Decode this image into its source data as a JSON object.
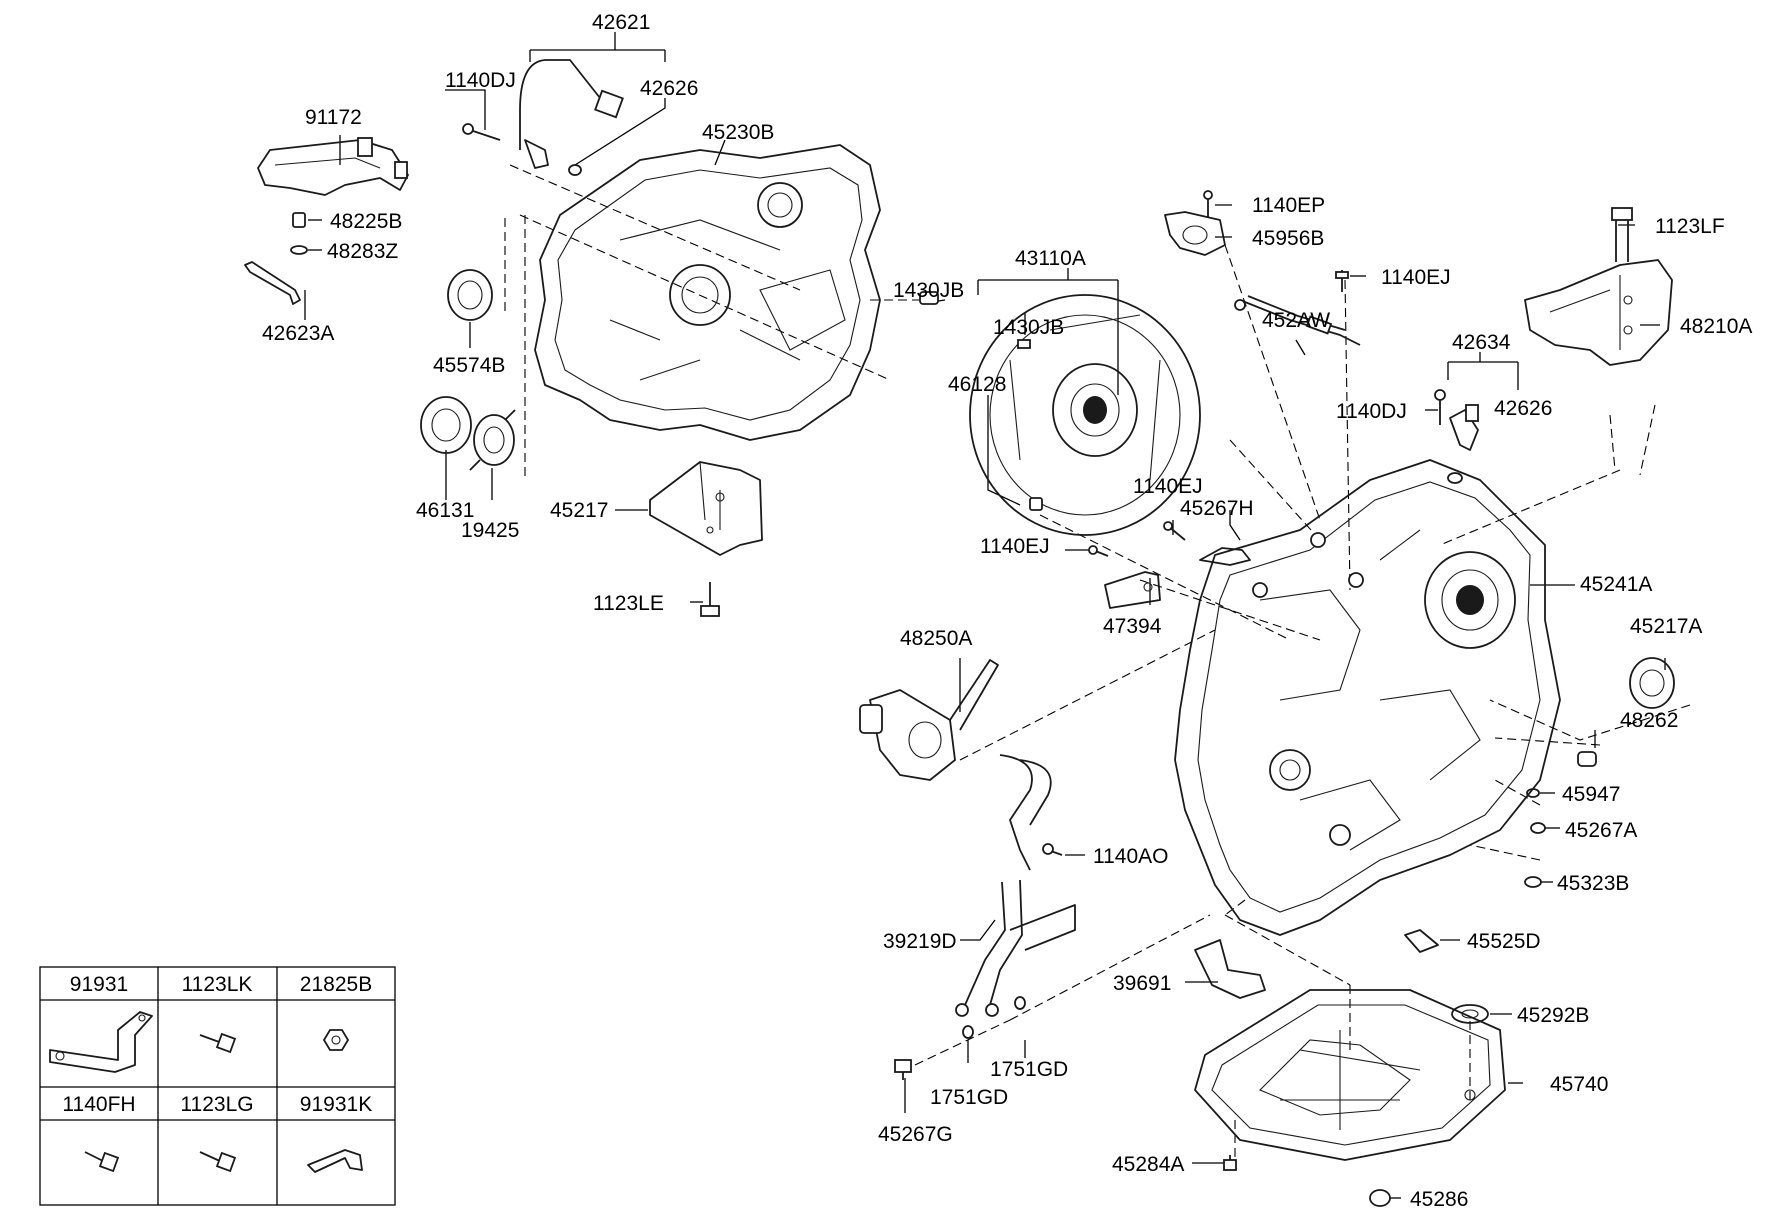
{
  "labels": {
    "p42621": "42621",
    "p42626a": "42626",
    "p1140DJa": "1140DJ",
    "p45230B": "45230B",
    "p91172": "91172",
    "p48225B": "48225B",
    "p48283Z": "48283Z",
    "p42623A": "42623A",
    "p1430JBa": "1430JB",
    "p45574B": "45574B",
    "p46131": "46131",
    "p19425": "19425",
    "p45217": "45217",
    "p1123LE": "1123LE",
    "p43110A": "43110A",
    "p1430JBb": "1430JB",
    "p46128": "46128",
    "p1140EP": "1140EP",
    "p45956B": "45956B",
    "p1140EJa": "1140EJ",
    "p452AW": "452AW",
    "p1123LF": "1123LF",
    "p48210A": "48210A",
    "p42634": "42634",
    "p1140DJb": "1140DJ",
    "p42626b": "42626",
    "p1140EJb": "1140EJ",
    "p45267H": "45267H",
    "p1140EJc": "1140EJ",
    "p47394": "47394",
    "p45241A": "45241A",
    "p45217A": "45217A",
    "p48250A": "48250A",
    "p48262": "48262",
    "p45947": "45947",
    "p45267A": "45267A",
    "p1140AO": "1140AO",
    "p45323B": "45323B",
    "p39219D": "39219D",
    "p45525D": "45525D",
    "p39691": "39691",
    "p45292B": "45292B",
    "p1751GDa": "1751GD",
    "p1751GDb": "1751GD",
    "p45740": "45740",
    "p45267G": "45267G",
    "p45284A": "45284A",
    "p45286": "45286"
  },
  "table": {
    "row1": [
      "91931",
      "1123LK",
      "21825B"
    ],
    "row2": [
      "1140FH",
      "1123LG",
      "91931K"
    ]
  }
}
